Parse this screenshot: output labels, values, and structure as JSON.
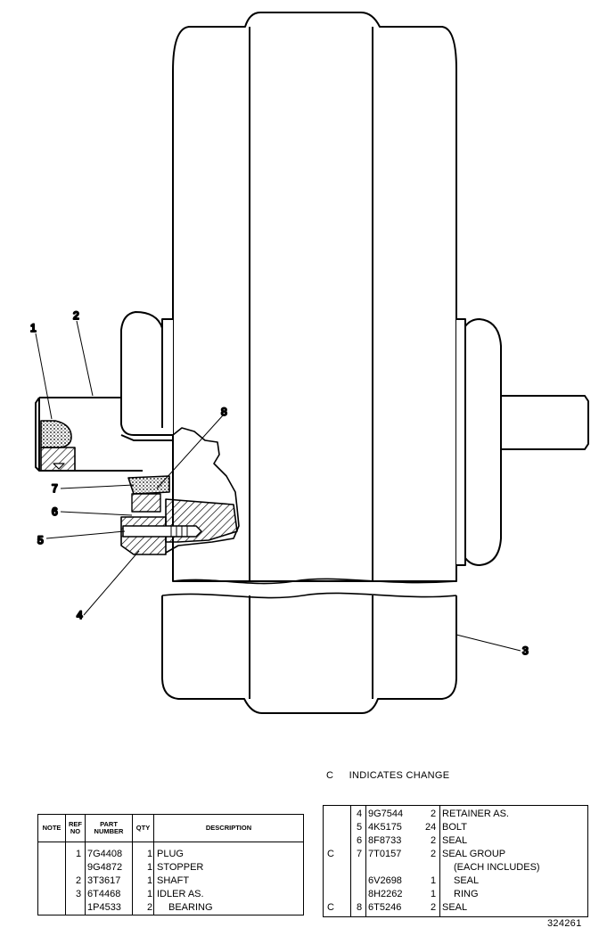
{
  "callouts": [
    "1",
    "2",
    "3",
    "4",
    "5",
    "6",
    "7",
    "8"
  ],
  "legend": {
    "code": "C",
    "text": "INDICATES CHANGE"
  },
  "table_headers": {
    "note": "NOTE",
    "ref": "REF NO",
    "part": "PART NUMBER",
    "qty": "QTY",
    "desc": "DESCRIPTION"
  },
  "left_rows": [
    {
      "note": "",
      "ref": "1",
      "part": "7G4408",
      "qty": "1",
      "desc": "PLUG"
    },
    {
      "note": "",
      "ref": "",
      "part": "9G4872",
      "qty": "1",
      "desc": "STOPPER"
    },
    {
      "note": "",
      "ref": "2",
      "part": "3T3617",
      "qty": "1",
      "desc": "SHAFT"
    },
    {
      "note": "",
      "ref": "3",
      "part": "6T4468",
      "qty": "1",
      "desc": "IDLER AS."
    },
    {
      "note": "",
      "ref": "",
      "part": "1P4533",
      "qty": "2",
      "desc": "BEARING"
    }
  ],
  "right_rows": [
    {
      "note": "",
      "ref": "4",
      "part": "9G7544",
      "qty": "2",
      "desc": "RETAINER AS."
    },
    {
      "note": "",
      "ref": "5",
      "part": "4K5175",
      "qty": "24",
      "desc": "BOLT"
    },
    {
      "note": "",
      "ref": "6",
      "part": "8F8733",
      "qty": "2",
      "desc": "SEAL"
    },
    {
      "note": "C",
      "ref": "7",
      "part": "7T0157",
      "qty": "2",
      "desc": "SEAL GROUP"
    },
    {
      "note": "",
      "ref": "",
      "part": "",
      "qty": "",
      "desc": "(EACH INCLUDES)"
    },
    {
      "note": "",
      "ref": "",
      "part": "6V2698",
      "qty": "1",
      "desc": "SEAL"
    },
    {
      "note": "",
      "ref": "",
      "part": "8H2262",
      "qty": "1",
      "desc": "RING"
    },
    {
      "note": "C",
      "ref": "8",
      "part": "6T5246",
      "qty": "2",
      "desc": "SEAL"
    }
  ],
  "figure_number": "324261"
}
